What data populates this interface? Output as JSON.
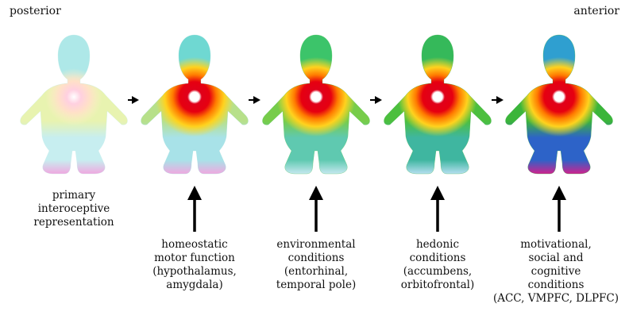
{
  "header": {
    "left_label": "posterior",
    "right_label": "anterior"
  },
  "stages": [
    {
      "caption_lines": [
        "primary",
        "interoceptive",
        "representation"
      ],
      "colors": {
        "head": "#aee8e8",
        "torso": "#fff2b8",
        "torso_mid": "#e8f3b0",
        "legs": "#c7eef0",
        "feet": "#f0a8e0",
        "arms": "#c6eeea"
      }
    },
    {
      "caption_lines": [
        "homeostatic",
        "motor function",
        "(hypothalamus,",
        "amygdala)"
      ],
      "colors": {
        "head": "#6fd8d2",
        "torso": "#f4d43a",
        "torso_mid": "#b7e08a",
        "legs": "#a8e2e8",
        "feet": "#f0a8e0",
        "arms": "#9fe0dc"
      }
    },
    {
      "caption_lines": [
        "environmental",
        "conditions",
        "(entorhinal,",
        "temporal pole)"
      ],
      "colors": {
        "head": "#3cc46a",
        "torso": "#f2d21c",
        "torso_mid": "#77cc4a",
        "legs": "#5fc9b0",
        "feet": "#c6e8f0",
        "arms": "#4cc35a"
      }
    },
    {
      "caption_lines": [
        "hedonic",
        "conditions",
        "(accumbens,",
        "orbitofrontal)"
      ],
      "colors": {
        "head": "#35b95a",
        "torso": "#eed01c",
        "torso_mid": "#4cbf3e",
        "legs": "#3fb6a0",
        "feet": "#b6dff0",
        "arms": "#3bb34a"
      }
    },
    {
      "caption_lines": [
        "motivational,",
        "social and",
        "cognitive",
        "conditions",
        "(ACC, VMPFC, DLPFC)"
      ],
      "colors": {
        "head": "#2f9fd0",
        "torso": "#eccd18",
        "torso_mid": "#3bb53a",
        "legs": "#2d63c8",
        "feet": "#d0228e",
        "arms": "#33ad44"
      }
    }
  ]
}
